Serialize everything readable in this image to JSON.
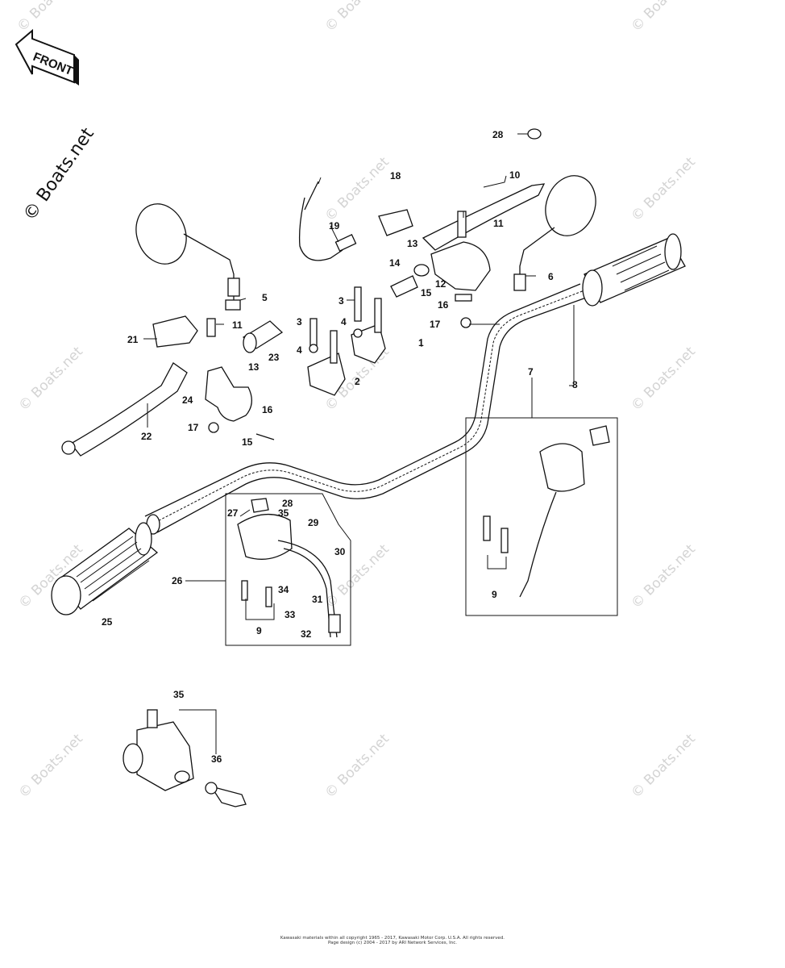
{
  "front_sign": {
    "text": "FRONT"
  },
  "watermark": {
    "text": "© Boats.net"
  },
  "footer": {
    "line1": "Kawasaki materials within all copyright 1965 - 2017, Kawasaki Motor Corp. U.S.A. All rights reserved.",
    "line2": "Page design (c) 2004 - 2017 by ARI Network Services, Inc."
  },
  "callouts": [
    {
      "id": "c28a",
      "text": "28"
    },
    {
      "id": "c18",
      "text": "18"
    },
    {
      "id": "c10",
      "text": "10"
    },
    {
      "id": "c19",
      "text": "19"
    },
    {
      "id": "c11a",
      "text": "11"
    },
    {
      "id": "c13a",
      "text": "13"
    },
    {
      "id": "c12",
      "text": "12"
    },
    {
      "id": "c14",
      "text": "14"
    },
    {
      "id": "c15a",
      "text": "15"
    },
    {
      "id": "c16a",
      "text": "16"
    },
    {
      "id": "c6",
      "text": "6"
    },
    {
      "id": "c5",
      "text": "5"
    },
    {
      "id": "c3a",
      "text": "3"
    },
    {
      "id": "c3b",
      "text": "3"
    },
    {
      "id": "c4a",
      "text": "4"
    },
    {
      "id": "c4b",
      "text": "4"
    },
    {
      "id": "c17a",
      "text": "17"
    },
    {
      "id": "c21",
      "text": "21"
    },
    {
      "id": "c11b",
      "text": "11"
    },
    {
      "id": "c23",
      "text": "23"
    },
    {
      "id": "c13b",
      "text": "13"
    },
    {
      "id": "c1",
      "text": "1"
    },
    {
      "id": "c2",
      "text": "2"
    },
    {
      "id": "c7",
      "text": "7"
    },
    {
      "id": "c8",
      "text": "8"
    },
    {
      "id": "c24",
      "text": "24"
    },
    {
      "id": "c16b",
      "text": "16"
    },
    {
      "id": "c17b",
      "text": "17"
    },
    {
      "id": "c15b",
      "text": "15"
    },
    {
      "id": "c22",
      "text": "22"
    },
    {
      "id": "c27",
      "text": "27"
    },
    {
      "id": "c28b",
      "text": "28"
    },
    {
      "id": "c35a",
      "text": "35"
    },
    {
      "id": "c29",
      "text": "29"
    },
    {
      "id": "c30",
      "text": "30"
    },
    {
      "id": "c26",
      "text": "26"
    },
    {
      "id": "c34",
      "text": "34"
    },
    {
      "id": "c33",
      "text": "33"
    },
    {
      "id": "c32",
      "text": "32"
    },
    {
      "id": "c31",
      "text": "31"
    },
    {
      "id": "c9a",
      "text": "9"
    },
    {
      "id": "c9b",
      "text": "9"
    },
    {
      "id": "c25",
      "text": "25"
    },
    {
      "id": "c35b",
      "text": "35"
    },
    {
      "id": "c36",
      "text": "36"
    }
  ]
}
